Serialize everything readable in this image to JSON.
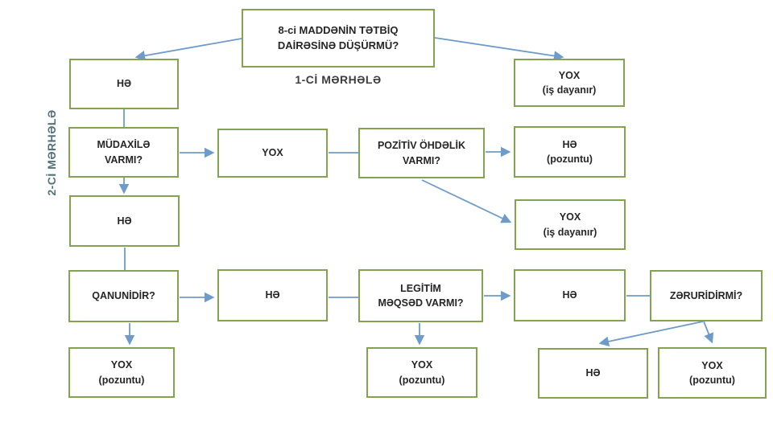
{
  "diagram": {
    "language": "Azerbaijani",
    "type": "flowchart",
    "stage_labels": {
      "stage1": "1-Cİ MƏRHƏLƏ",
      "stage2": "2-Cİ MƏRHƏLƏ"
    },
    "boxes": {
      "title": "8-ci MADDƏNİN TƏTBİQ\nDAİRƏSİNƏ DÜŞÜRMÜ?",
      "r1_he": "HƏ",
      "r1_yox": "YOX\n(iş dayanır)",
      "r2_mudaxile": "MÜDAXİLƏ\nVARMI?",
      "r2_yox": "YOX",
      "r2_pozitiv": "POZİTİV ÖHDƏLİK\nVARMI?",
      "r2_he_pozuntu": "HƏ\n(pozuntu)",
      "r3_he": "HƏ",
      "r3_yox": "YOX\n(iş dayanır)",
      "r4_qanunidir": "QANUNİDİR?",
      "r4_he": "HƏ",
      "r4_legitim": "LEGİTİM\nMƏQSƏD VARMI?",
      "r4_he2": "HƏ",
      "r4_zeruridirmi": "ZƏRURİDİRMİ?",
      "r5_yox1": "YOX\n(pozuntu)",
      "r5_yox2": "YOX\n(pozuntu)",
      "r5_he": "HƏ",
      "r5_yox3": "YOX\n(pozuntu)"
    },
    "edges": [
      {
        "from": "title",
        "to": "r1_he"
      },
      {
        "from": "title",
        "to": "r1_yox"
      },
      {
        "from": "r1_he",
        "to": "r2_mudaxile"
      },
      {
        "from": "r2_mudaxile",
        "to": "r2_yox"
      },
      {
        "from": "r2_mudaxile",
        "to": "r3_he"
      },
      {
        "from": "r2_yox",
        "to": "r2_pozitiv"
      },
      {
        "from": "r2_pozitiv",
        "to": "r2_he_pozuntu"
      },
      {
        "from": "r2_pozitiv",
        "to": "r3_yox"
      },
      {
        "from": "r3_he",
        "to": "r4_qanunidir"
      },
      {
        "from": "r4_qanunidir",
        "to": "r4_he"
      },
      {
        "from": "r4_qanunidir",
        "to": "r5_yox1"
      },
      {
        "from": "r4_he",
        "to": "r4_legitim"
      },
      {
        "from": "r4_legitim",
        "to": "r4_he2"
      },
      {
        "from": "r4_legitim",
        "to": "r5_yox2"
      },
      {
        "from": "r4_he2",
        "to": "r4_zeruridirmi"
      },
      {
        "from": "r4_zeruridirmi",
        "to": "r5_he"
      },
      {
        "from": "r4_zeruridirmi",
        "to": "r5_yox3"
      }
    ],
    "colors": {
      "box_border": "#84A351",
      "connector": "#6E9BC8",
      "box_text": "#262626",
      "stage1_text": "#3D3D3D",
      "stage2_text": "#547379",
      "background": "#FFFFFF"
    }
  }
}
